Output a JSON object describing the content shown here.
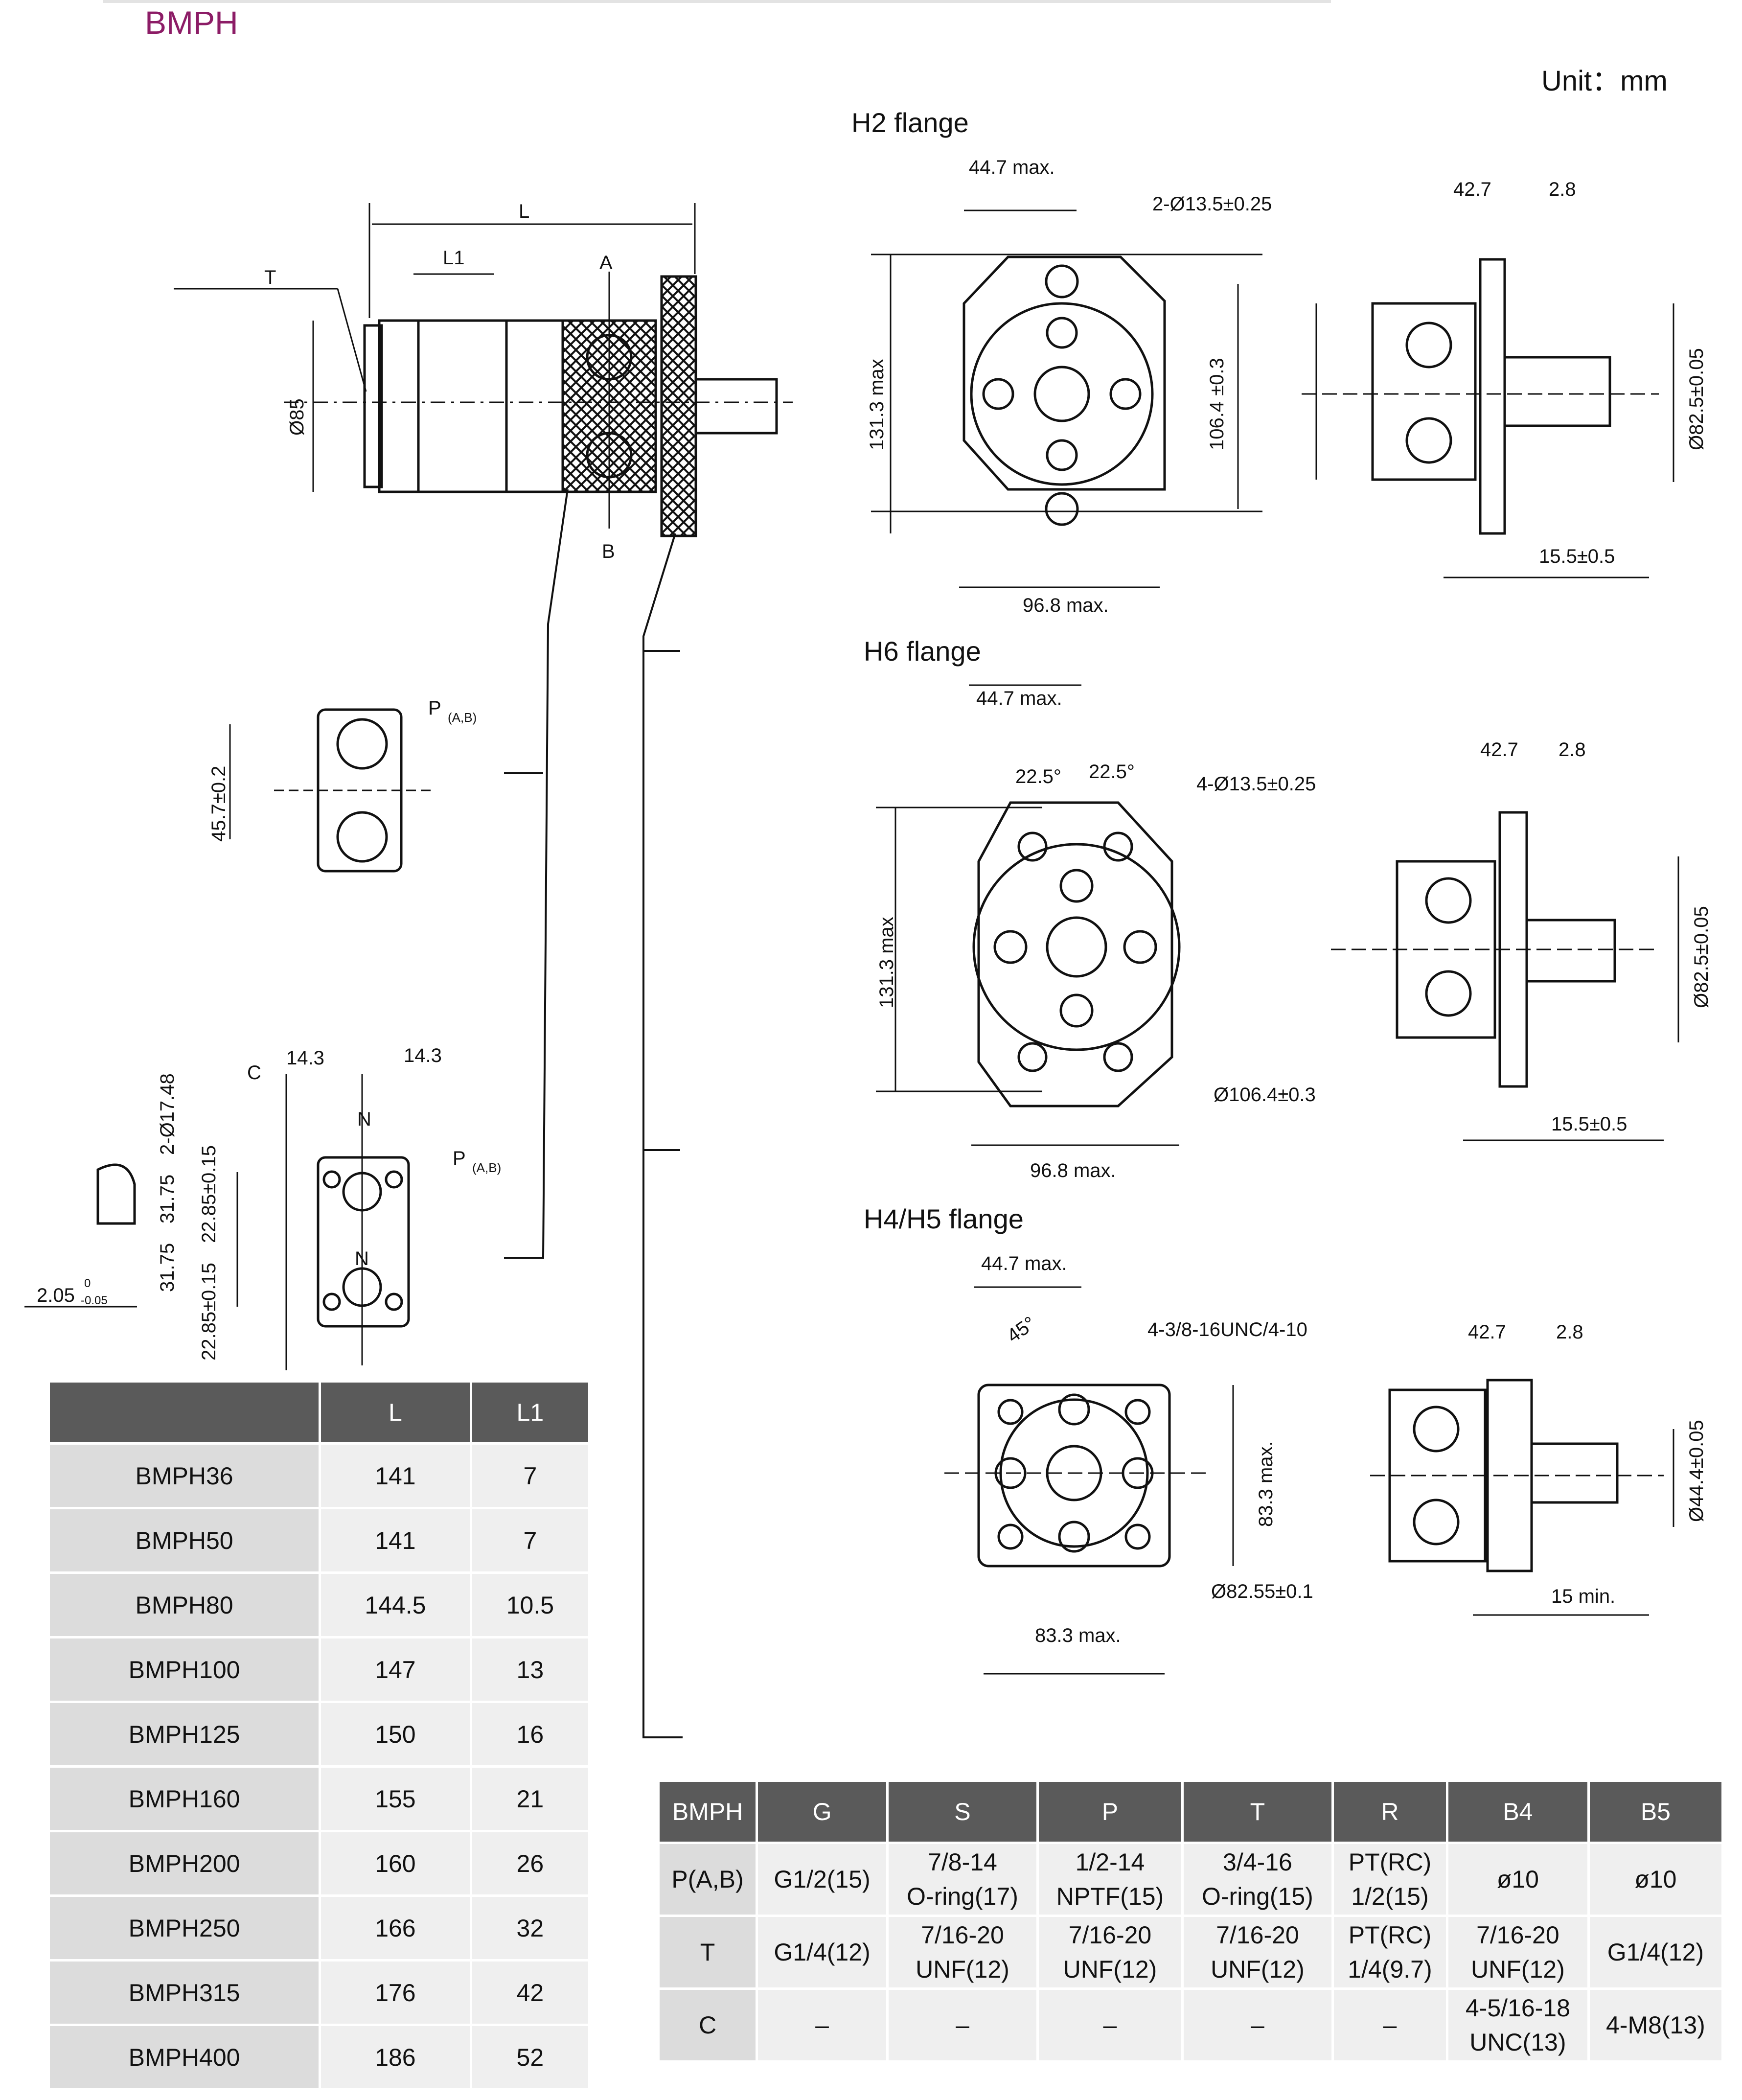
{
  "header": {
    "title": "BMPH",
    "unit": "Unit：mm"
  },
  "drawing": {
    "flange_titles": [
      "H2 flange",
      "H6 flange",
      "H4/H5 flange"
    ],
    "side_view": {
      "L": "L",
      "L1": "L1",
      "T": "T",
      "A": "A",
      "B": "B",
      "diameter": "Ø85"
    },
    "port_detail": {
      "label": "P",
      "sub": "(A,B)",
      "dim": "45.7±0.2"
    },
    "port_detail2": {
      "C": "C",
      "N1": "N",
      "N2": "N",
      "P": "P",
      "P_sub": "(A,B)",
      "d14a": "14.3",
      "d14b": "14.3",
      "bolt": "2-Ø17.48",
      "d3175a": "31.75",
      "d3175b": "31.75",
      "d2285a": "22.85±0.15",
      "d2285b": "22.85±0.15",
      "key": "2.05",
      "key_sup": "0",
      "key_sub": "-0.05"
    },
    "h2": {
      "width_top": "44.7 max.",
      "holes": "2-Ø13.5±0.25",
      "height": "131.3 max",
      "pcd": "106.4 ±0.3",
      "width_bottom": "96.8 max.",
      "side_a": "42.7",
      "side_b": "2.8",
      "pilot": "Ø82.5±0.05",
      "shaft": "15.5±0.5"
    },
    "h6": {
      "width_top": "44.7 max.",
      "angle_a": "22.5°",
      "angle_b": "22.5°",
      "holes": "4-Ø13.5±0.25",
      "height": "131.3 max",
      "pcd": "Ø106.4±0.3",
      "width_bottom": "96.8 max.",
      "side_a": "42.7",
      "side_b": "2.8",
      "pilot": "Ø82.5±0.05",
      "shaft": "15.5±0.5"
    },
    "h45": {
      "width_top": "44.7 max.",
      "angle": "45°",
      "holes": "4-3/8-16UNC/4-10",
      "height": "83.3 max.",
      "pcd": "Ø82.55±0.1",
      "width_bottom": "83.3 max.",
      "side_a": "42.7",
      "side_b": "2.8",
      "pilot": "Ø44.4±0.05",
      "shaft": "15 min."
    }
  },
  "table_lengths": {
    "columns": [
      "",
      "L",
      "L1"
    ],
    "rows": [
      [
        "BMPH36",
        "141",
        "7"
      ],
      [
        "BMPH50",
        "141",
        "7"
      ],
      [
        "BMPH80",
        "144.5",
        "10.5"
      ],
      [
        "BMPH100",
        "147",
        "13"
      ],
      [
        "BMPH125",
        "150",
        "16"
      ],
      [
        "BMPH160",
        "155",
        "21"
      ],
      [
        "BMPH200",
        "160",
        "26"
      ],
      [
        "BMPH250",
        "166",
        "32"
      ],
      [
        "BMPH315",
        "176",
        "42"
      ],
      [
        "BMPH400",
        "186",
        "52"
      ]
    ]
  },
  "table_ports": {
    "columns": [
      "BMPH",
      "G",
      "S",
      "P",
      "T",
      "R",
      "B4",
      "B5"
    ],
    "rows": [
      [
        "P(A,B)",
        "G1/2(15)",
        "7/8-14\nO-ring(17)",
        "1/2-14\nNPTF(15)",
        "3/4-16\nO-ring(15)",
        "PT(RC)\n1/2(15)",
        "ø10",
        "ø10"
      ],
      [
        "T",
        "G1/4(12)",
        "7/16-20\nUNF(12)",
        "7/16-20\nUNF(12)",
        "7/16-20\nUNF(12)",
        "PT(RC)\n1/4(9.7)",
        "7/16-20\nUNF(12)",
        "G1/4(12)"
      ],
      [
        "C",
        "–",
        "–",
        "–",
        "–",
        "–",
        "4-5/16-18\nUNC(13)",
        "4-M8(13)"
      ]
    ]
  }
}
